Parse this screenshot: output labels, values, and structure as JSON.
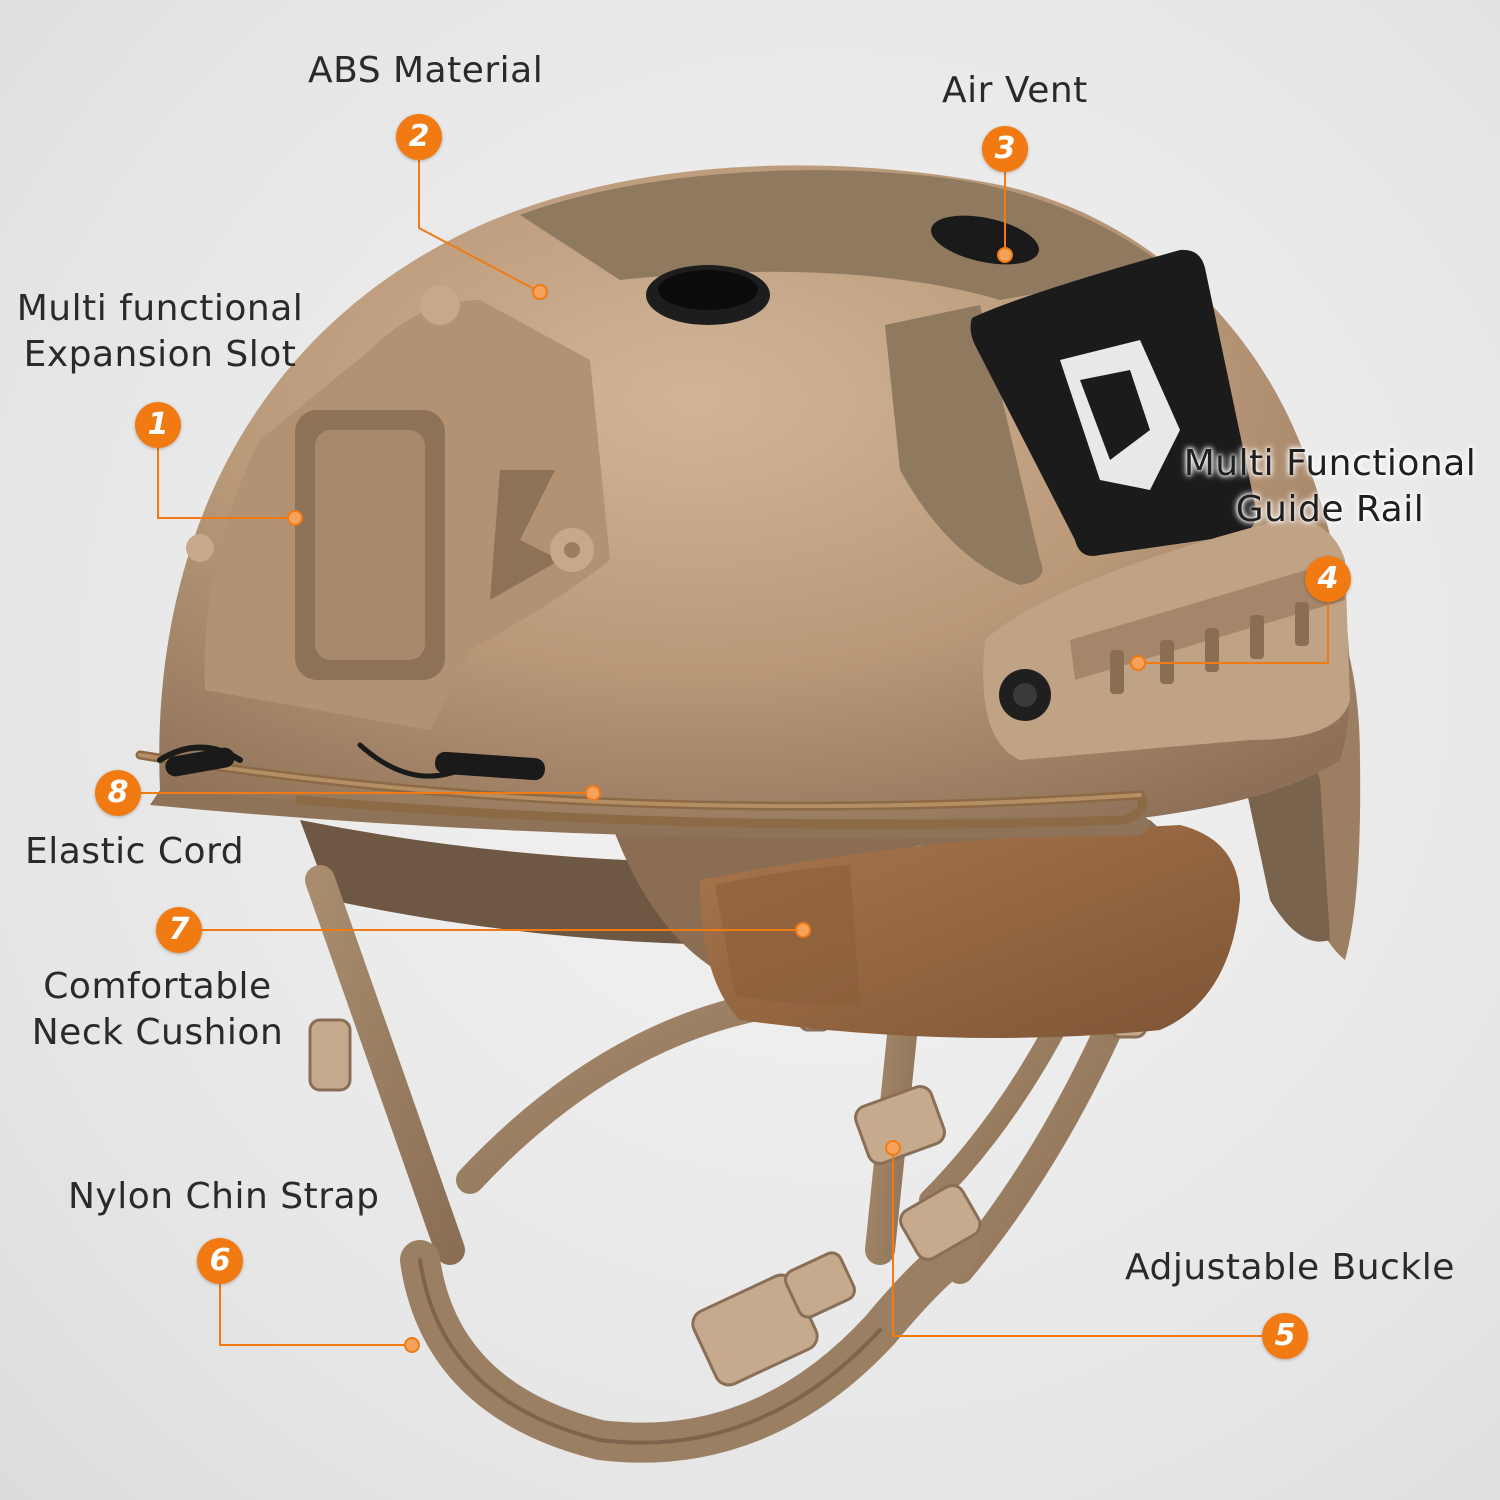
{
  "accent_color": "#f27a13",
  "product_color": "#b99878",
  "features": [
    {
      "number": "1",
      "lines": [
        "Multi functional",
        "Expansion Slot"
      ]
    },
    {
      "number": "2",
      "lines": [
        "ABS Material"
      ]
    },
    {
      "number": "3",
      "lines": [
        "Air Vent"
      ]
    },
    {
      "number": "4",
      "lines": [
        "Multi Functional",
        "Guide Rail"
      ]
    },
    {
      "number": "5",
      "lines": [
        "Adjustable Buckle"
      ]
    },
    {
      "number": "6",
      "lines": [
        "Nylon Chin Strap"
      ]
    },
    {
      "number": "7",
      "lines": [
        "Comfortable",
        "Neck Cushion"
      ]
    },
    {
      "number": "8",
      "lines": [
        "Elastic Cord"
      ]
    }
  ]
}
